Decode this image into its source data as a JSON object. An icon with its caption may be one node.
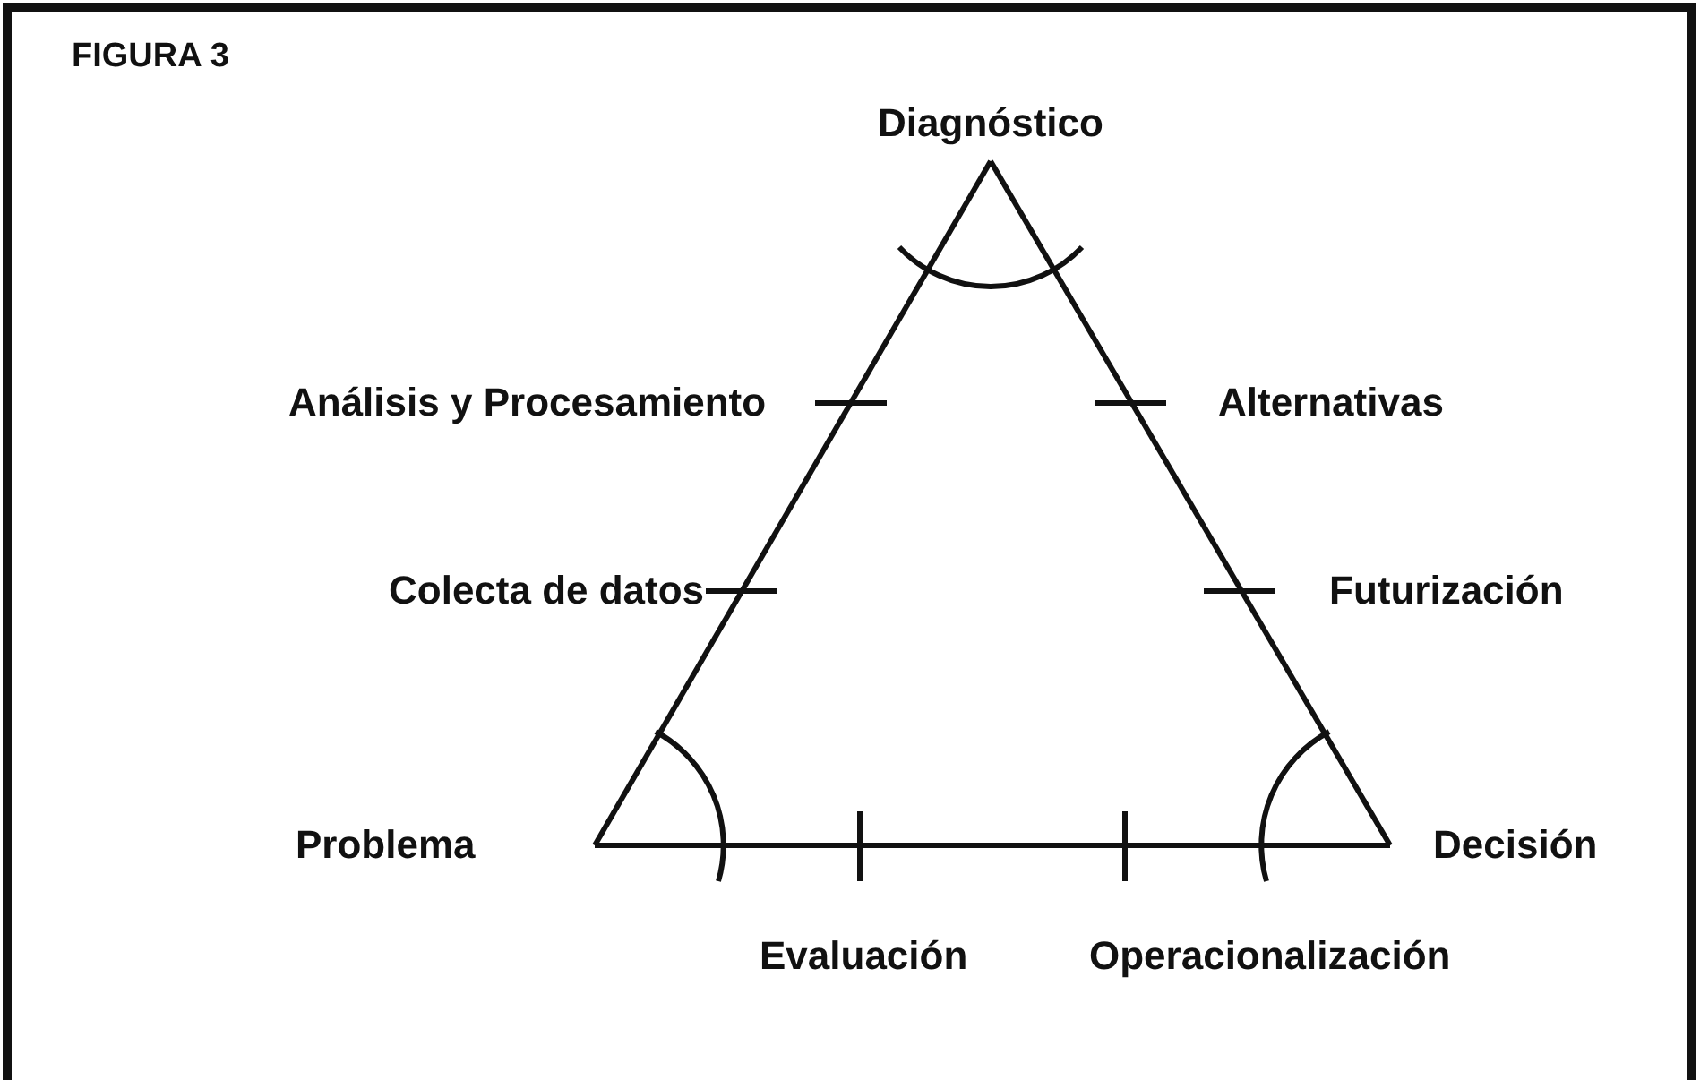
{
  "diagram": {
    "title": "FIGURA 3",
    "nodes": [
      {
        "text": [
          "Diagnóstico"
        ]
      },
      {
        "text": [
          "Problema"
        ]
      },
      {
        "text": [
          "Decisión"
        ]
      }
    ],
    "edges": [
      {
        "from": 1,
        "to": 0,
        "arrow": "none"
      },
      {
        "from": 0,
        "to": 2,
        "arrow": "none"
      },
      {
        "from": 2,
        "to": 1,
        "arrow": "none"
      }
    ],
    "labels": [
      "Análisis y Procesamiento",
      "Alternativas",
      "Colecta de datos",
      "Futurización",
      "Evaluación",
      "Operacionalización"
    ]
  }
}
